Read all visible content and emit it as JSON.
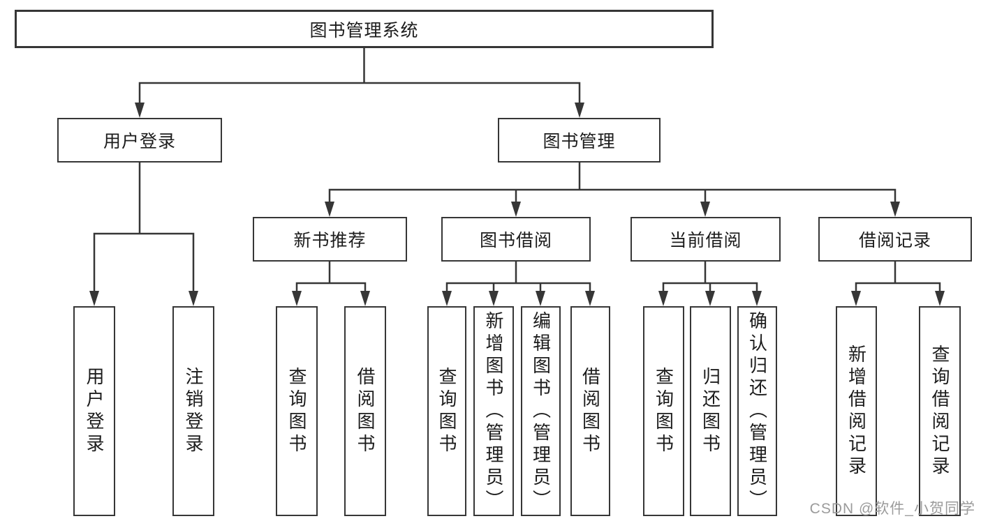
{
  "diagram": {
    "root": {
      "label": "图书管理系统"
    },
    "branches": [
      {
        "label": "用户登录",
        "children": [
          {
            "label": "用户登录"
          },
          {
            "label": "注销登录"
          }
        ]
      },
      {
        "label": "图书管理",
        "children": [
          {
            "label": "新书推荐",
            "children": [
              {
                "label": "查询图书"
              },
              {
                "label": "借阅图书"
              }
            ]
          },
          {
            "label": "图书借阅",
            "children": [
              {
                "label": "查询图书"
              },
              {
                "label": "新增图书（管理员）"
              },
              {
                "label": "编辑图书（管理员）"
              },
              {
                "label": "借阅图书"
              }
            ]
          },
          {
            "label": "当前借阅",
            "children": [
              {
                "label": "查询图书"
              },
              {
                "label": "归还图书"
              },
              {
                "label": "确认归还（管理员）"
              }
            ]
          },
          {
            "label": "借阅记录",
            "children": [
              {
                "label": "新增借阅记录"
              },
              {
                "label": "查询借阅记录"
              }
            ]
          }
        ]
      }
    ]
  },
  "watermark": {
    "text": "CSDN @软件_小贺同学"
  },
  "colors": {
    "line": "#363636",
    "text": "#1c1c1c",
    "background": "#ffffff",
    "watermark": "#9b9b9b"
  }
}
